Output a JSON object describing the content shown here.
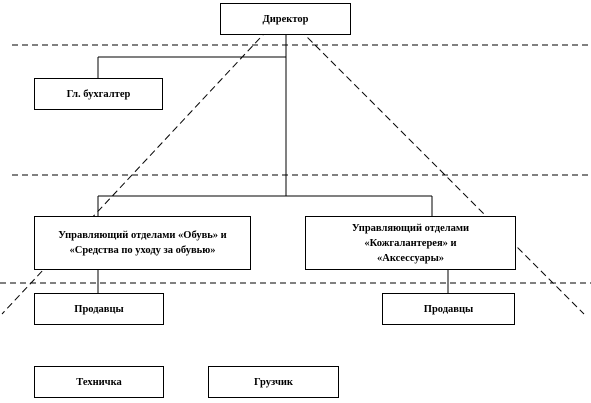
{
  "org_chart": {
    "director": "Директор",
    "chief_accountant": "Гл. бухгалтер",
    "manager_shoes": "Управляющий отделами «Обувь» и «Средства по уходу за обувью»",
    "manager_leather": "Управляющий отделами «Кожгалантерея» и «Аксессуары»",
    "sellers_left": "Продавцы",
    "sellers_right": "Продавцы",
    "cleaner": "Техничка",
    "loader": "Грузчик"
  },
  "colors": {
    "line": "#000000",
    "background": "#ffffff"
  }
}
